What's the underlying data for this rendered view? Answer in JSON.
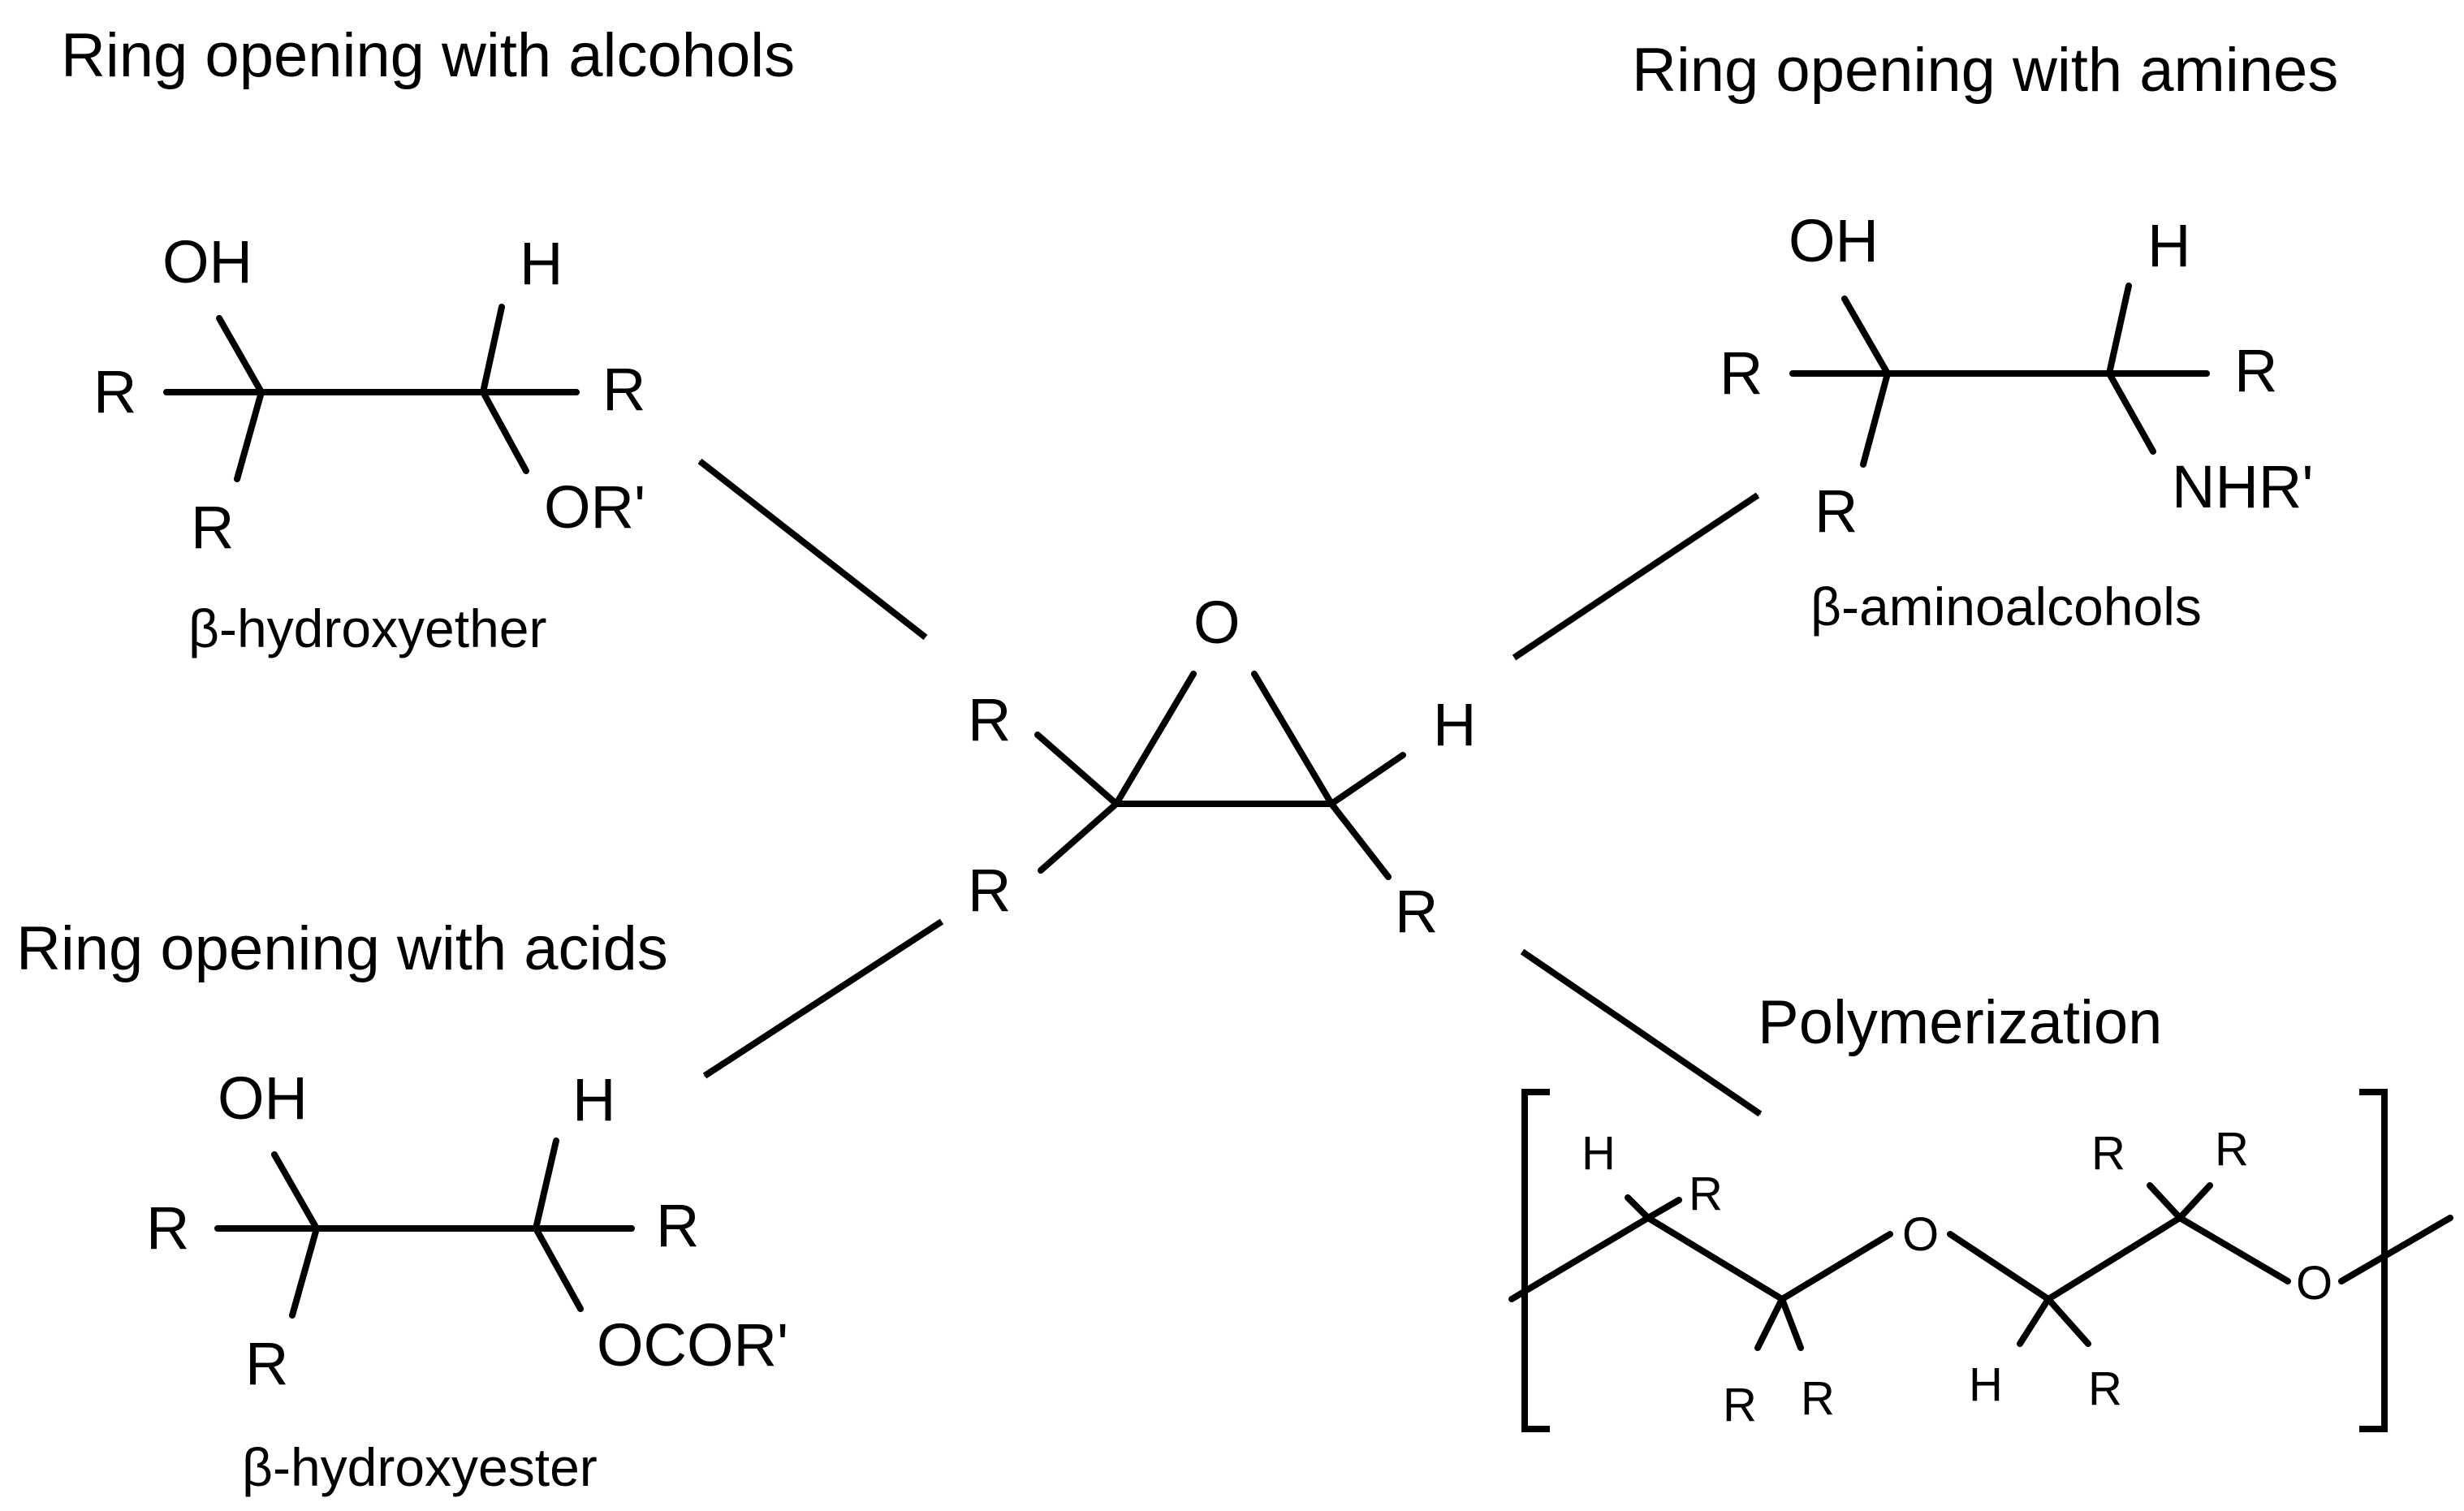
{
  "headings": {
    "alcohols": "Ring opening with alcohols",
    "amines": "Ring opening with amines",
    "acids": "Ring opening with acids",
    "polymerization": "Polymerization"
  },
  "captions": {
    "hydroxyether": "β-hydroxyether",
    "aminoalcohols": "β-aminoalcohols",
    "hydroxyester": "β-hydroxyester"
  },
  "epoxide": {
    "o": "O",
    "r_top_left": "R",
    "r_bottom_left": "R",
    "h": "H",
    "r_bottom_right": "R"
  },
  "ether": {
    "oh": "OH",
    "h": "H",
    "r_left": "R",
    "r_right": "R",
    "r_down": "R",
    "or": "OR'"
  },
  "amino": {
    "oh": "OH",
    "h": "H",
    "r_left": "R",
    "r_right": "R",
    "r_down": "R",
    "nhr": "NHR'"
  },
  "ester": {
    "oh": "OH",
    "h": "H",
    "r_left": "R",
    "r_right": "R",
    "r_down": "R",
    "ocor": "OCOR'"
  },
  "polymer": {
    "h1": "H",
    "r1": "R",
    "r2": "R",
    "r3": "R",
    "o1": "O",
    "h2": "H",
    "r4": "R",
    "r5": "R",
    "r6": "R",
    "o2": "O"
  }
}
